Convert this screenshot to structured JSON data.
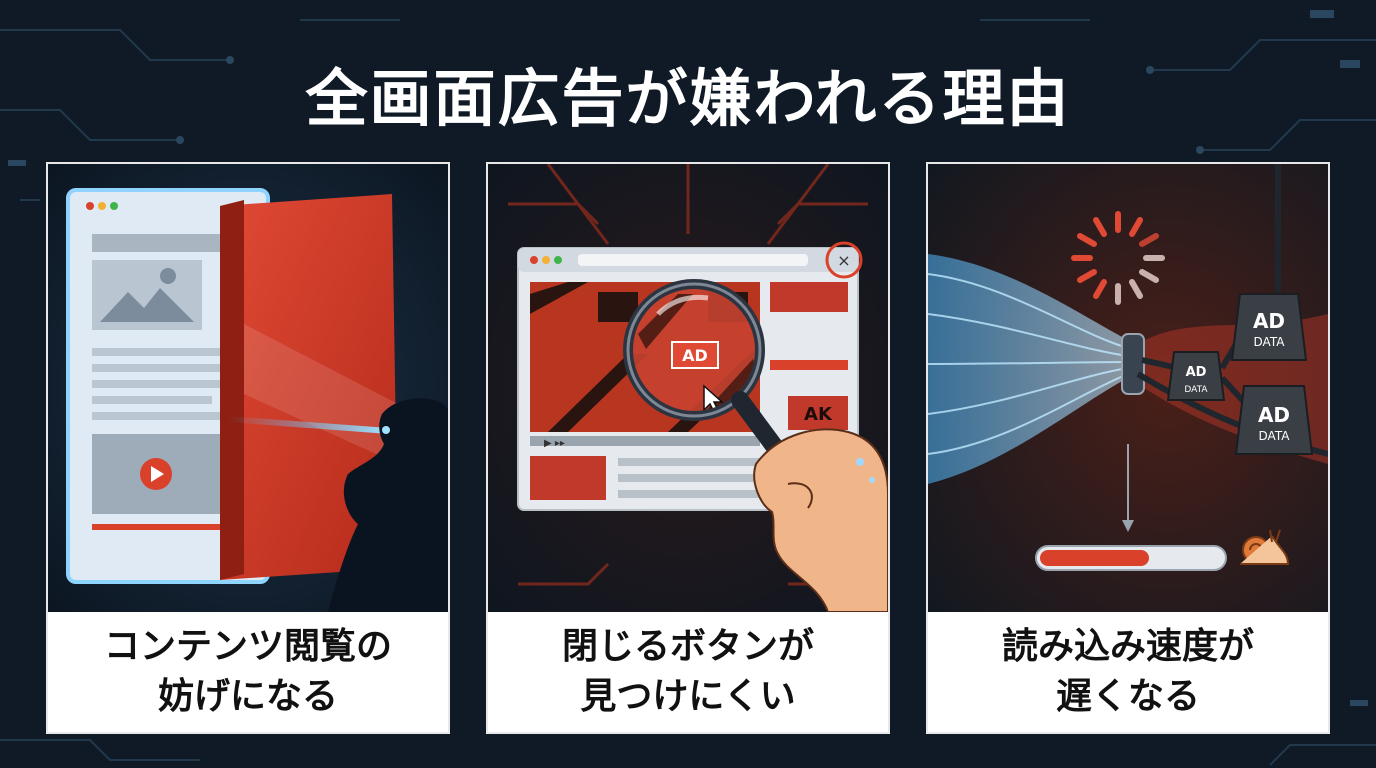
{
  "title": "全画面広告が嫌われる理由",
  "colors": {
    "background": "#0f1a26",
    "accent_red": "#d9412b",
    "glow_blue": "#4fb8ff",
    "card_bg": "#ffffff",
    "text_dark": "#111111"
  },
  "cards": [
    {
      "line1": "コンテンツ閲覧の",
      "line2": "妨げになる",
      "icon": "browser-blocked-by-ad-panel"
    },
    {
      "line1": "閉じるボタンが",
      "line2": "見つけにくい",
      "icon": "magnifier-searching-close-button",
      "ad_label": "AD",
      "close_glyph": "×",
      "fragment_text": "AK"
    },
    {
      "line1": "読み込み速度が",
      "line2": "遅くなる",
      "icon": "data-stream-chained-by-ad-data",
      "weights": [
        {
          "top": "AD",
          "bottom": "DATA"
        },
        {
          "top": "AD",
          "bottom": "DATA"
        },
        {
          "top": "AD",
          "bottom": "DATA"
        }
      ],
      "progress": 0.6
    }
  ]
}
